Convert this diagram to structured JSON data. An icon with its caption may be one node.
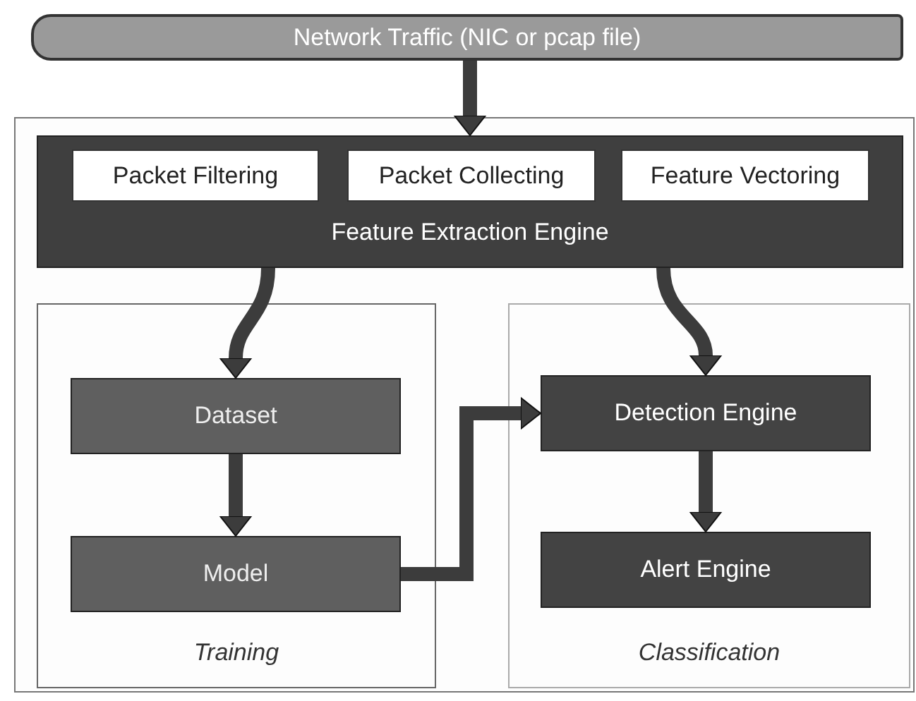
{
  "diagram": {
    "nodes": [
      {
        "text": [
          "Network Traffic (NIC or pcap file)"
        ]
      },
      {
        "text": [],
        "shape": "box"
      },
      {
        "text": [
          "Feature Extraction Engine"
        ],
        "in": 1
      },
      {
        "text": [
          "Packet Filtering"
        ],
        "in": 2
      },
      {
        "text": [
          "Packet Collecting"
        ],
        "in": 2
      },
      {
        "text": [
          "Feature Vectoring"
        ],
        "in": 2
      },
      {
        "text": [
          "Training"
        ],
        "in": 1
      },
      {
        "text": [
          "Dataset"
        ],
        "in": 6
      },
      {
        "text": [
          "Model"
        ],
        "in": 6
      },
      {
        "text": [
          "Classification"
        ],
        "in": 1
      },
      {
        "text": [
          "Detection Engine"
        ],
        "in": 9
      },
      {
        "text": [
          "Alert Engine"
        ],
        "in": 9
      }
    ],
    "edges": [
      {
        "from": 0,
        "to": 2,
        "arrow": "to"
      },
      {
        "from": 2,
        "to": 7,
        "arrow": "to"
      },
      {
        "from": 2,
        "to": 10,
        "arrow": "to"
      },
      {
        "from": 7,
        "to": 8,
        "arrow": "to"
      },
      {
        "from": 8,
        "to": 10,
        "arrow": "to"
      },
      {
        "from": 10,
        "to": 11,
        "arrow": "to"
      }
    ]
  }
}
